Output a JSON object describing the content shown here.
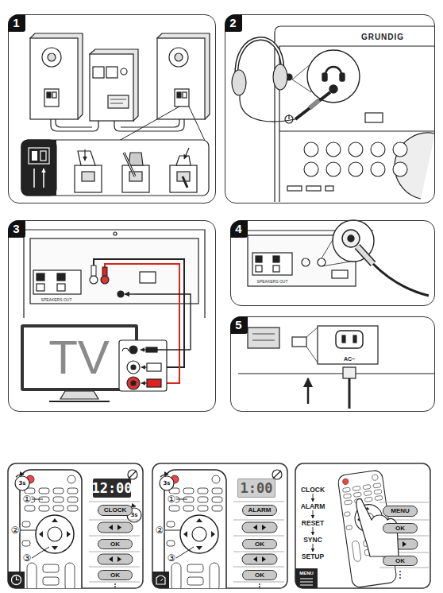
{
  "diagram": {
    "nodes": [
      {
        "text": [
          "1"
        ]
      },
      {
        "text": [
          "2"
        ]
      },
      {
        "text": [
          "3"
        ]
      },
      {
        "text": [
          "4"
        ]
      },
      {
        "text": [
          "5"
        ]
      },
      {
        "text": [
          "TV"
        ],
        "in": 2
      },
      {
        "text": [
          "12:00"
        ]
      },
      {
        "text": [
          "CLOCK"
        ]
      },
      {
        "text": [
          "OK"
        ]
      },
      {
        "text": [
          "OK"
        ]
      },
      {
        "text": [
          "1:00"
        ]
      },
      {
        "text": [
          "ALARM"
        ]
      },
      {
        "text": [
          "OK"
        ]
      },
      {
        "text": [
          "OK"
        ]
      },
      {
        "text": [
          "MENU"
        ]
      },
      {
        "text": [
          "OK"
        ]
      },
      {
        "text": [
          "OK"
        ]
      }
    ],
    "labels": [
      "GRUNDIG",
      "SPEAKERS OUT",
      "SPEAKERS OUT",
      "AC~",
      "3s",
      "3s",
      "①",
      "②",
      "③",
      "3s",
      "①",
      "②",
      "③",
      "CLOCK",
      "ALARM",
      "RESET",
      "SYNC",
      "SETUP",
      "MENU"
    ]
  }
}
